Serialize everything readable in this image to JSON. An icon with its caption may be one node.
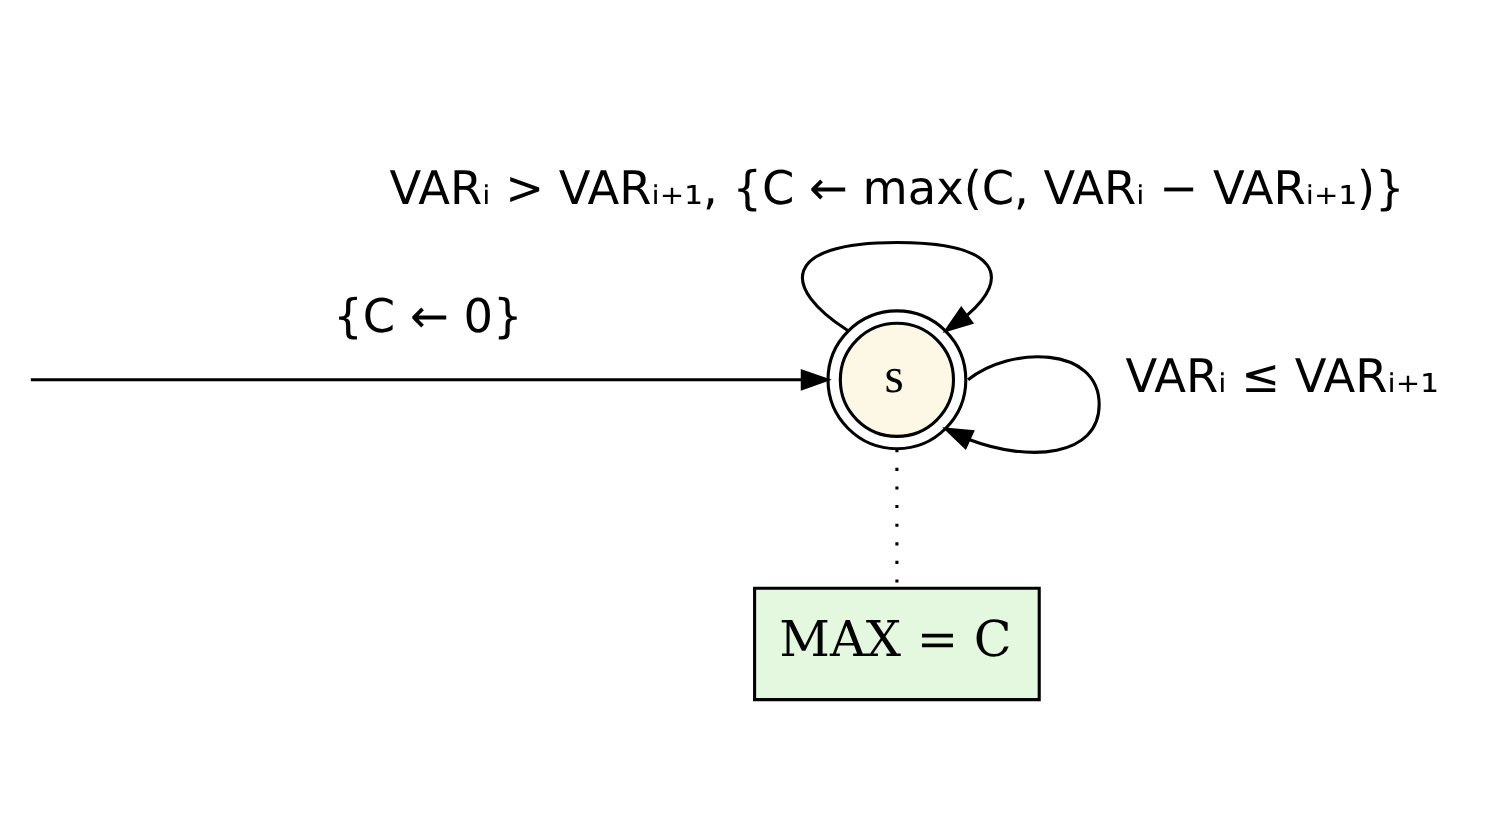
{
  "diagram": {
    "nodes": [
      {
        "text": [
          "s"
        ]
      },
      {
        "text": [
          "MAX = C"
        ]
      }
    ],
    "edges": [
      {
        "from": 0,
        "to": 0,
        "arrow": "to",
        "label": "VARᵢ > VARᵢ₊₁, {C ← max(C, VARᵢ − VARᵢ₊₁)}"
      },
      {
        "from": 0,
        "to": 0,
        "arrow": "to",
        "label": "VARᵢ ≤ VARᵢ₊₁"
      },
      {
        "from": null,
        "to": 0,
        "arrow": "to",
        "label": "{C ← 0}"
      },
      {
        "from": 0,
        "to": 1,
        "arrow": "none",
        "style": "dashed"
      }
    ]
  }
}
